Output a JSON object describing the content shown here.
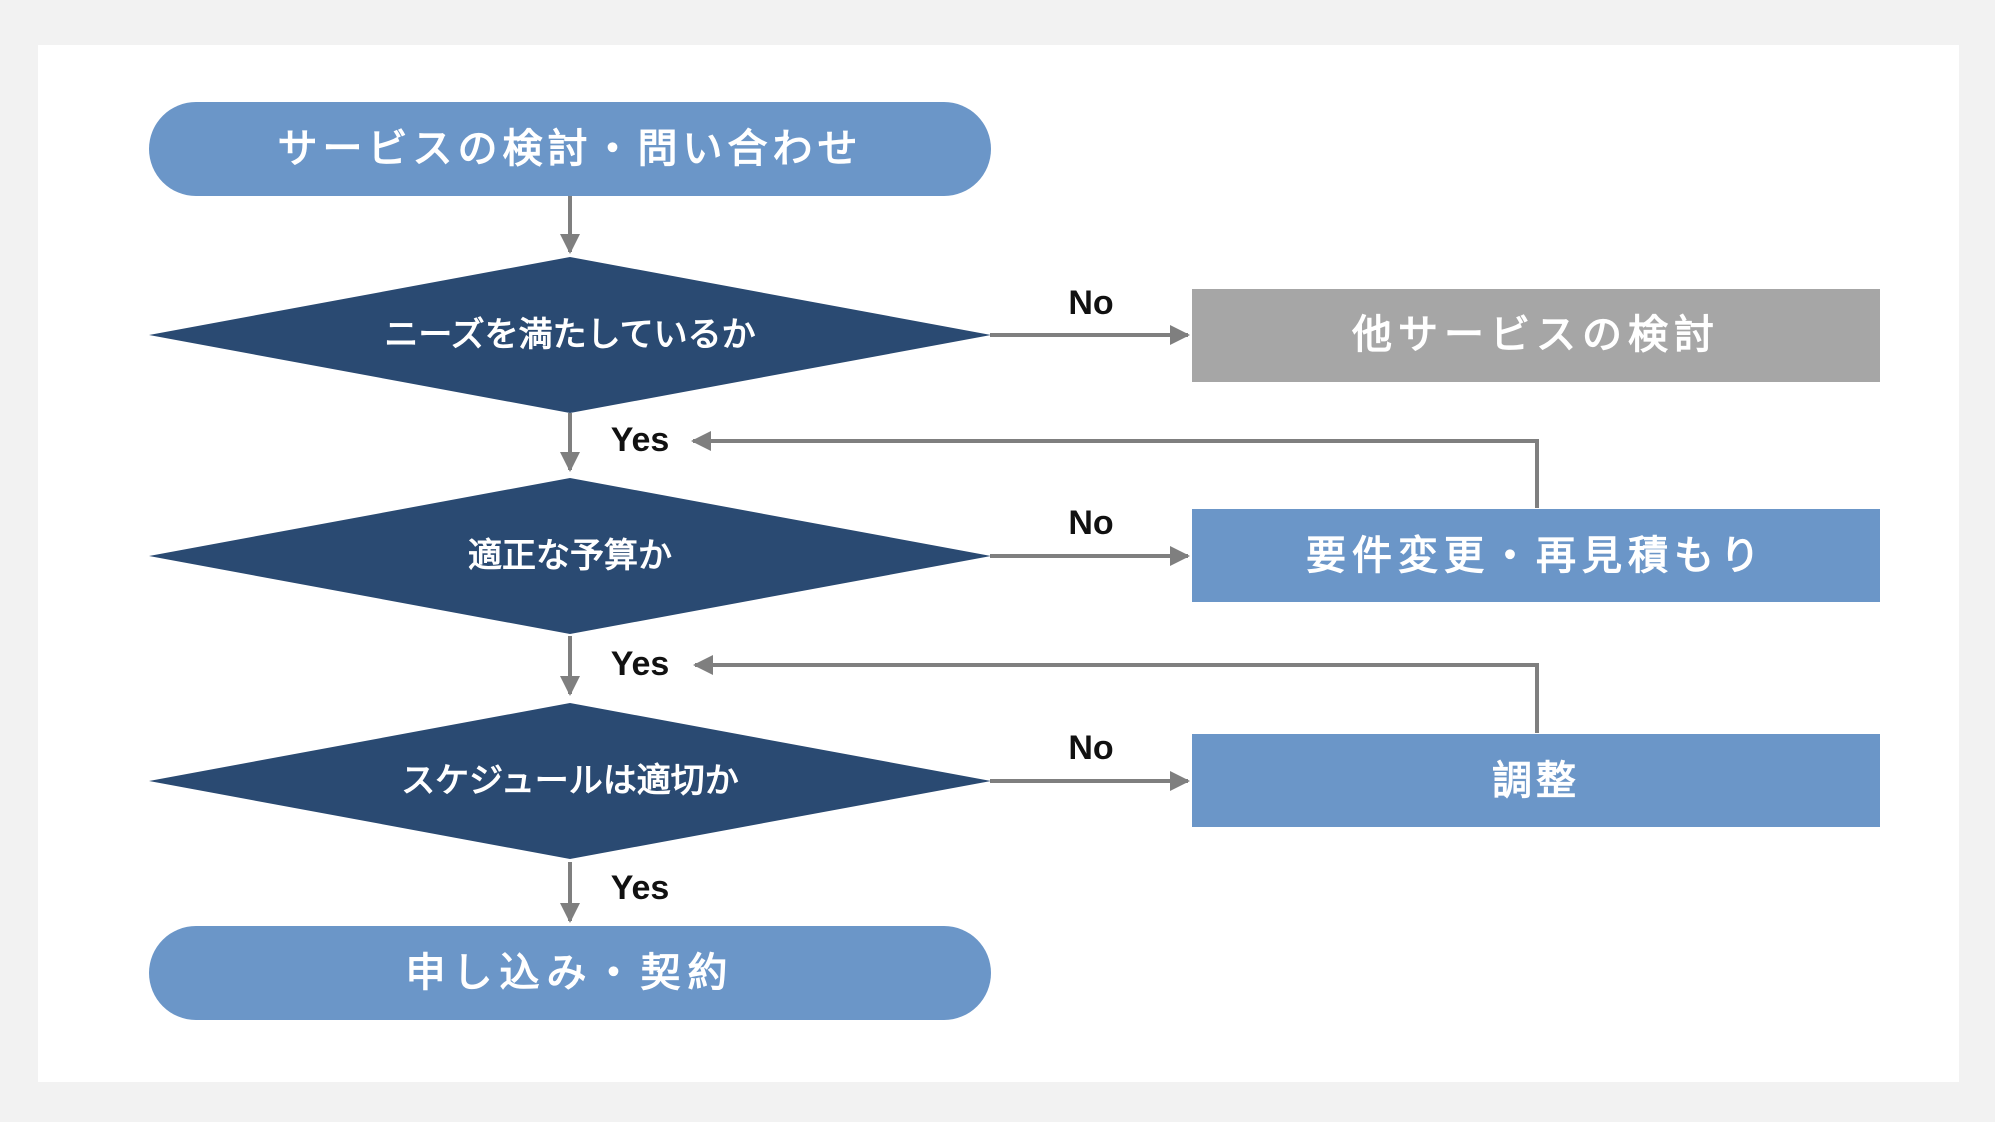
{
  "colors": {
    "background": "#f2f2f2",
    "panel": "#ffffff",
    "terminal": "#6b96c8",
    "decision": "#2a4a72",
    "process": "#6b96c8",
    "alternative": "#a6a6a6",
    "connector": "#7f7f7f",
    "node_text": "#ffffff",
    "edge_text": "#111111"
  },
  "nodes": {
    "start": "サービスの検討・問い合わせ",
    "decision_needs": "ニーズを満たしているか",
    "decision_budget": "適正な予算か",
    "decision_schedule": "スケジュールは適切か",
    "end": "申し込み・契約",
    "other_service": "他サービスの検討",
    "requirement_change": "要件変更・再見積もり",
    "adjustment": "調整"
  },
  "edges": {
    "no_label": "No",
    "yes_label": "Yes"
  }
}
